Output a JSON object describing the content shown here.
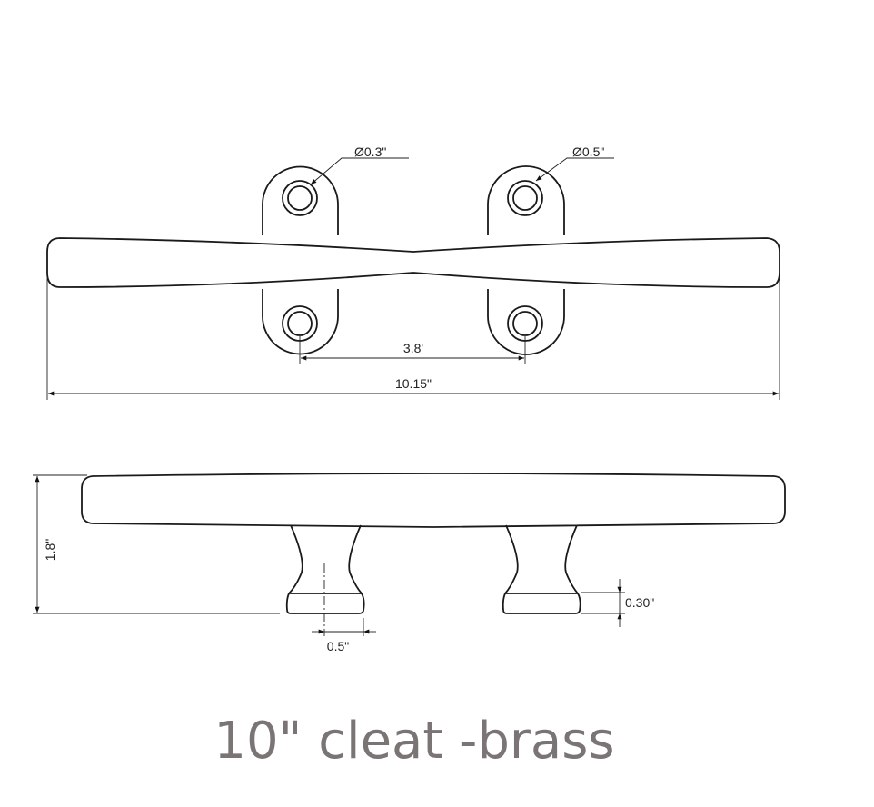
{
  "title": "10\" cleat -brass",
  "top_view": {
    "hole_small_label": "Ø0.3\"",
    "hole_large_label": "Ø0.5\"",
    "hole_spacing_label": "3.8'",
    "overall_length_label": "10.15\""
  },
  "side_view": {
    "height_label": "1.8\"",
    "base_width_label": "0.5\"",
    "base_thickness_label": "0.30\""
  },
  "colors": {
    "title": "#7a7474",
    "lines": "#1a1a1a"
  }
}
